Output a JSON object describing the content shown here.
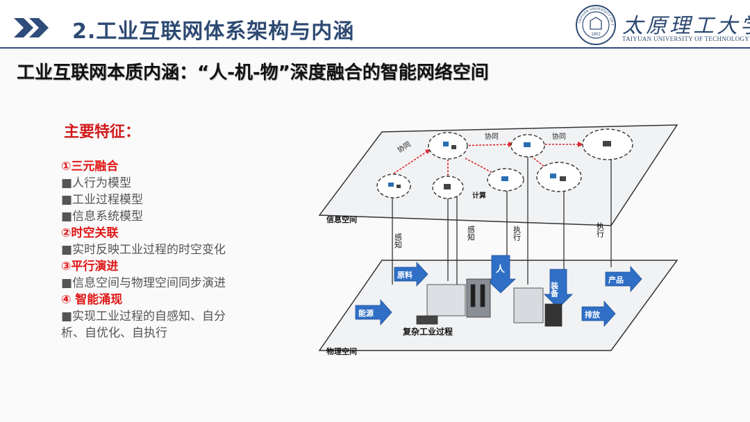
{
  "header": {
    "title": "2.工业互联网体系架构与内涵",
    "logo": {
      "cn": "太原理工大学",
      "en": "TAIYUAN UNIVERSITY OF TECHNOLOGY",
      "seal_text": "TAIYUAN UNIVERSITY OF TECHNOLOGY",
      "seal_year": "1902"
    }
  },
  "subtitle": "工业互联网本质内涵：“人-机-物”深度融合的智能网络空间",
  "features": {
    "heading": "主要特征：",
    "items": [
      {
        "head": "①三元融合",
        "lines": [
          "■人行为模型",
          "■工业过程模型",
          "■信息系统模型"
        ]
      },
      {
        "head": "②时空关联",
        "lines": [
          "■实时反映工业过程的时空变化"
        ]
      },
      {
        "head": "③平行演进",
        "lines": [
          "■信息空间与物理空间同步演进"
        ]
      },
      {
        "head": "④ 智能涌现",
        "lines": [
          "■实现工业过程的自感知、自分",
          "析、自优化、自执行"
        ]
      }
    ]
  },
  "diagram": {
    "top_plane_label": "信息空间",
    "bottom_plane_label": "物理空间",
    "process_label": "复杂工业过程",
    "compute_label": "计算",
    "collab_labels": [
      "协同",
      "协同",
      "协同"
    ],
    "vertical_labels": [
      "感知",
      "感知",
      "执行",
      "执行"
    ],
    "arrows": {
      "raw": "原料",
      "energy": "能源",
      "human": "人",
      "equipment": "装备",
      "product": "产品",
      "emission": "排放"
    },
    "colors": {
      "arrow_blue": "#2f6fc6",
      "link_red": "#d9282f",
      "plane": "#f1f2f4"
    }
  }
}
